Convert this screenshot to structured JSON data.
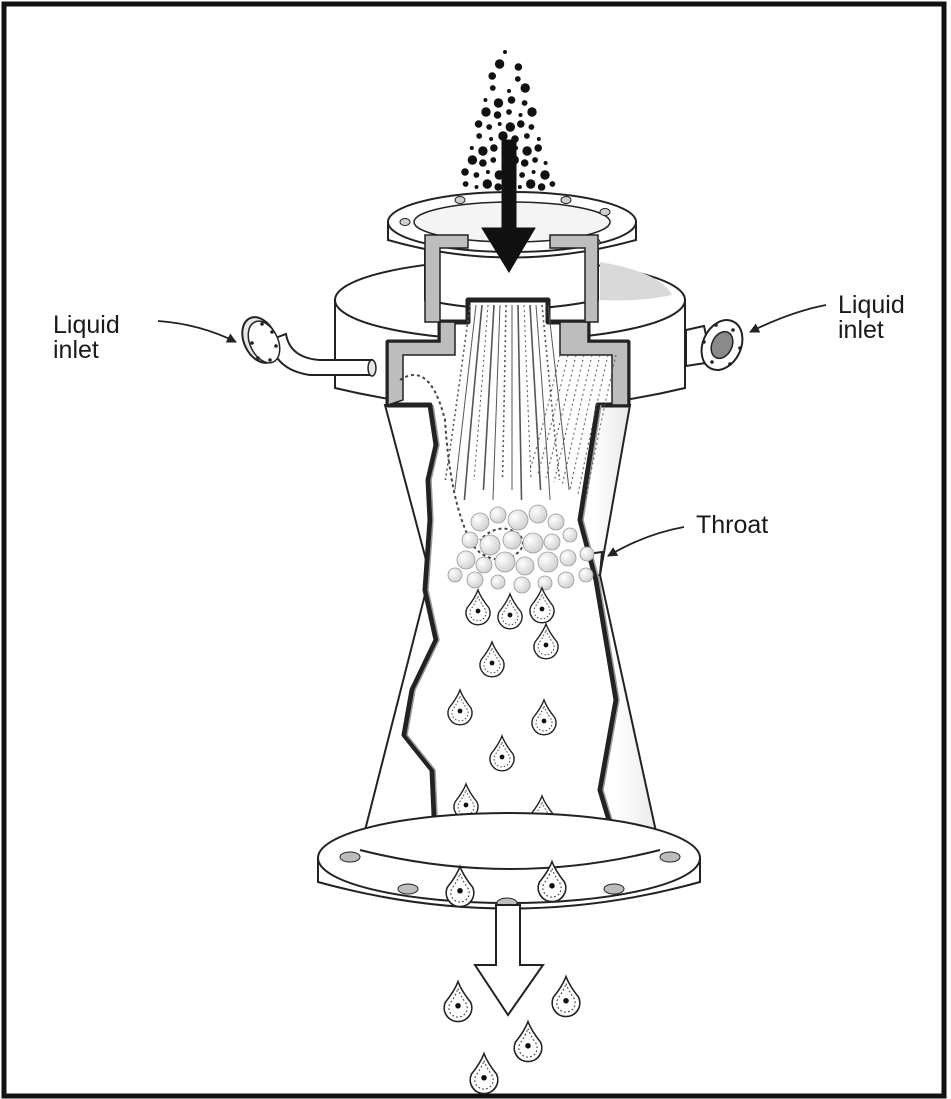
{
  "labels": {
    "liquid_inlet_left_line1": "Liquid",
    "liquid_inlet_left_line2": "inlet",
    "liquid_inlet_right_line1": "Liquid",
    "liquid_inlet_right_line2": "inlet",
    "throat": "Throat"
  },
  "colors": {
    "stroke": "#222222",
    "light_gray": "#e6e6e6",
    "mid_gray": "#bdbdbd",
    "dark_gray": "#8a8a8a",
    "body_fill": "#ffffff"
  }
}
